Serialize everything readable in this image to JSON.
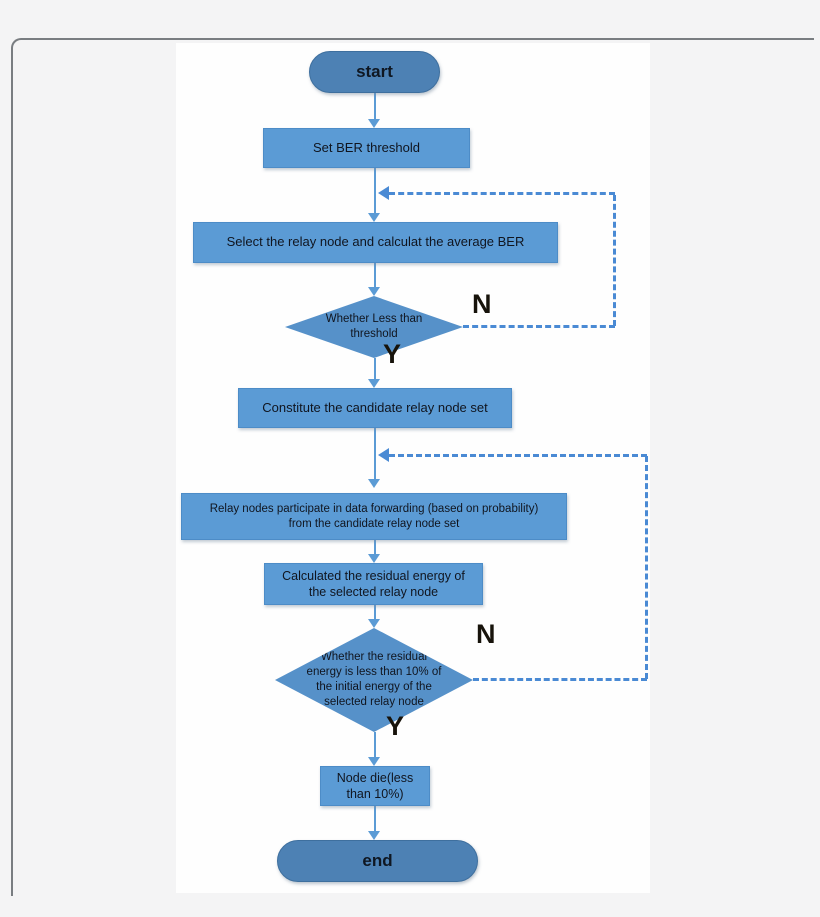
{
  "window": {
    "background": "#f4f4f5",
    "canvas_background": "#fefefe",
    "frame_border": "#797d81"
  },
  "flowchart": {
    "nodes": [
      {
        "id": "start",
        "type": "terminator",
        "label": "start"
      },
      {
        "id": "set-ber-threshold",
        "type": "process",
        "label": "Set BER threshold"
      },
      {
        "id": "select-relay-node",
        "type": "process",
        "label": "Select the relay node and calculat the average BER"
      },
      {
        "id": "ber-threshold-decision",
        "type": "decision",
        "label": "Whether Less than\nthreshold"
      },
      {
        "id": "constitute-candidate-set",
        "type": "process",
        "label": "Constitute the candidate relay node set"
      },
      {
        "id": "relay-forwarding",
        "type": "process",
        "label": "Relay nodes participate in data forwarding (based on probability)\nfrom the candidate relay node set"
      },
      {
        "id": "calculate-residual-energy",
        "type": "process",
        "label": "Calculated the residual energy of\nthe selected relay node"
      },
      {
        "id": "residual-energy-decision",
        "type": "decision",
        "label": "Whether the residual\nenergy is less than 10% of\nthe initial energy of the\nselected relay node"
      },
      {
        "id": "node-die",
        "type": "process",
        "label": "Node die(less\nthan 10%)"
      },
      {
        "id": "end",
        "type": "terminator",
        "label": "end"
      }
    ],
    "branch_labels": {
      "decision1_no": "N",
      "decision1_yes": "Y",
      "decision2_no": "N",
      "decision2_yes": "Y"
    },
    "colors": {
      "process_fill": "#5b9bd5",
      "terminator_fill": "#4d81b4",
      "decision_fill": "#5691c9",
      "connector": "#5b9bd5",
      "dashed_connector": "#4a8ad4",
      "node_text": "#10151f",
      "branch_label_text": "#17130b"
    }
  }
}
